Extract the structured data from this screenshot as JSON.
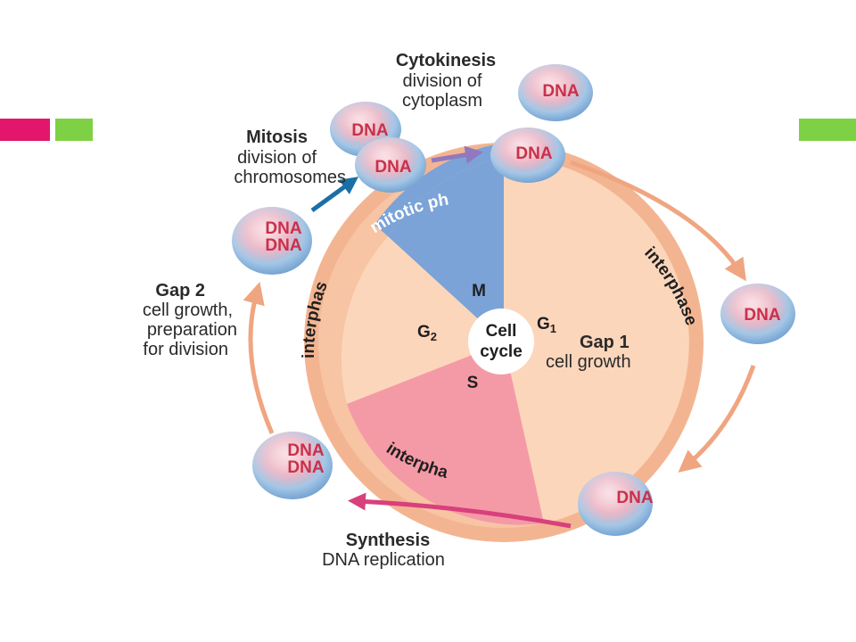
{
  "colors": {
    "pink_bar": "#e2176c",
    "green_bar": "#7ed145",
    "ring_outer": "#f3b591",
    "g1_sector": "#fcd6bb",
    "g2_sector": "#fcd6bb",
    "s_sector": "#f49aa6",
    "m_sector": "#7ba3d8",
    "ring_inner": "#f7c4a4",
    "arrow_peach": "#f0a581",
    "arrow_blue": "#1b6fa6",
    "arrow_purple": "#9178bf",
    "arrow_magenta": "#d8407c"
  },
  "labels": {
    "cytokinesis": {
      "title": "Cytokinesis",
      "line1": "division of",
      "line2": "cytoplasm"
    },
    "mitosis": {
      "title": "Mitosis",
      "line1": "division of",
      "line2": "chromosomes"
    },
    "gap2": {
      "title": "Gap 2",
      "line1": "cell growth,",
      "line2": "preparation",
      "line3": "for division"
    },
    "gap1": {
      "title": "Gap 1",
      "line1": "cell growth"
    },
    "synthesis": {
      "title": "Synthesis",
      "line1": "DNA replication"
    }
  },
  "ring": {
    "mitotic": "mitotic ph",
    "interphase_right": "interphase",
    "interphase_left": "interphas",
    "interphase_bottom": "interpha"
  },
  "phases": {
    "m": "M",
    "g2": "G",
    "g2_sub": "2",
    "g1": "G",
    "g1_sub": "1",
    "s": "S"
  },
  "center": {
    "line1": "Cell",
    "line2": "cycle"
  },
  "cells": {
    "cytokinesis_top": "DNA",
    "mitosis_top": "DNA",
    "mitosis_bottom": "DNA",
    "after_division": "DNA",
    "g1_right": "DNA",
    "g1_bottom": "DNA",
    "s_line1": "DNA",
    "s_line2": "DNA",
    "g2_line1": "DNA",
    "g2_line2": "DNA"
  }
}
